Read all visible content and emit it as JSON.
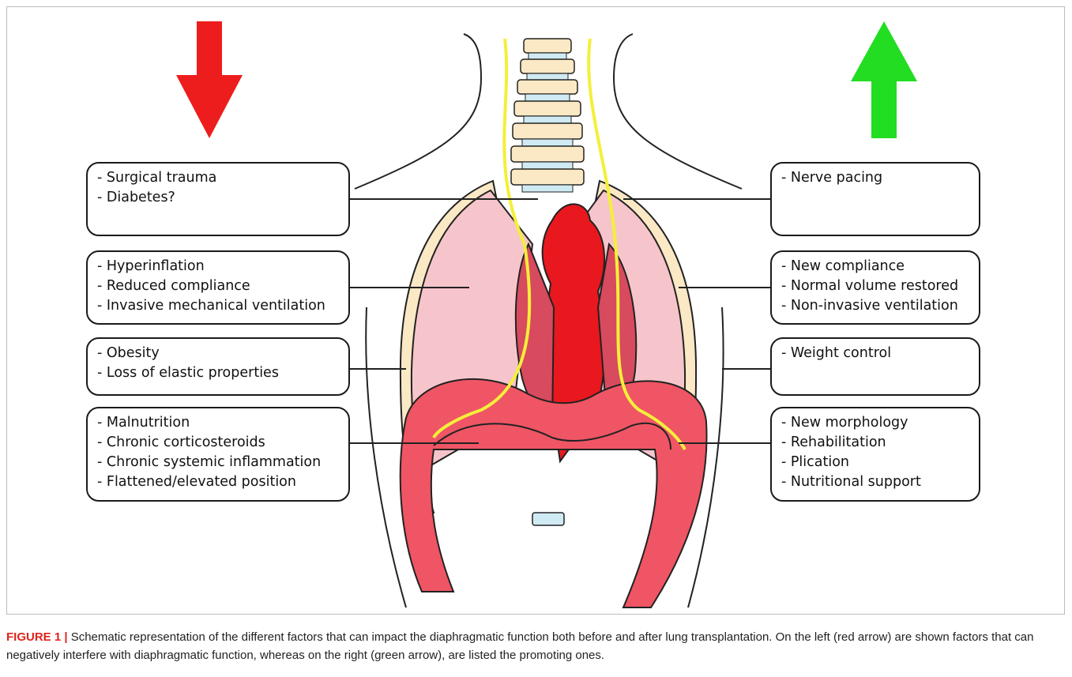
{
  "left_factors": [
    [
      "- Surgical trauma",
      "- Diabetes?"
    ],
    [
      "- Hyperinflation",
      "- Reduced compliance",
      "- Invasive mechanical ventilation"
    ],
    [
      "- Obesity",
      "- Loss of elastic properties"
    ],
    [
      "- Malnutrition",
      "- Chronic corticosteroids",
      "- Chronic systemic inflammation",
      "- Flattened/elevated position"
    ]
  ],
  "right_factors": [
    [
      "- Nerve pacing"
    ],
    [
      "- New compliance",
      "- Normal volume restored",
      "- Non-invasive ventilation"
    ],
    [
      "- Weight control"
    ],
    [
      "- New morphology",
      "- Rehabilitation",
      "- Plication",
      "- Nutritional support"
    ]
  ],
  "caption": {
    "label": "FIGURE 1 |",
    "text": " Schematic representation of the different factors that can impact the diaphragmatic function both before and after lung transplantation. On the left (red arrow) are shown factors that can negatively interfere with diaphragmatic function, whereas on the right (green arrow), are listed the promoting ones."
  },
  "colors": {
    "decrease_arrow": "#ee1d1d",
    "increase_arrow": "#22dd22",
    "lung": "#f6c5cb",
    "heart": "#e8181e",
    "diaphragm": "#ef5564",
    "bone": "#fbe8c4",
    "nerve": "#f4ef3a",
    "disc": "#cfeaf3"
  }
}
